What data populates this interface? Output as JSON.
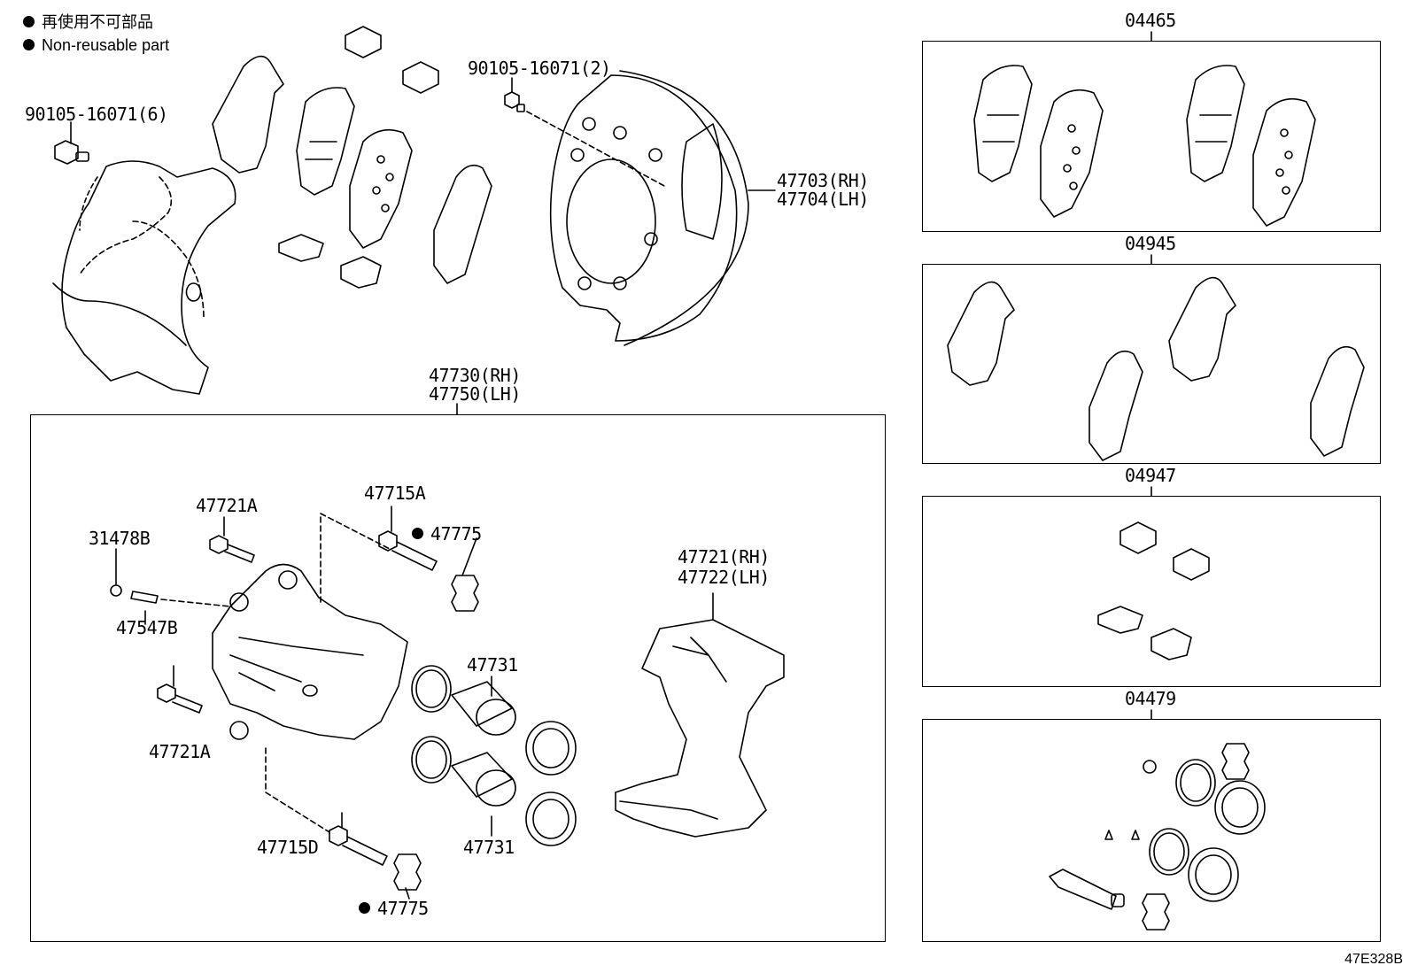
{
  "legend": {
    "line1": "再使用不可部品",
    "line2": "Non-reusable part"
  },
  "labels": {
    "bolt_6": "90105-16071(6)",
    "bolt_2": "90105-16071(2)",
    "cover_rh": "47703(RH)",
    "cover_lh": "47704(LH)",
    "caliper_rh": "47730(RH)",
    "caliper_lh": "47750(LH)",
    "k04465": "04465",
    "k04945": "04945",
    "k04947": "04947",
    "k04479": "04479",
    "p47721A_top": "47721A",
    "p47715A": "47715A",
    "p31478B": "31478B",
    "p47775_top": "47775",
    "p47547B": "47547B",
    "p47721A_bottom": "47721A",
    "p47731_top": "47731",
    "p47731_bottom": "47731",
    "p47715D": "47715D",
    "p47775_bottom": "47775",
    "mount_rh": "47721(RH)",
    "mount_lh": "47722(LH)"
  },
  "diagram_code": "47E328B"
}
